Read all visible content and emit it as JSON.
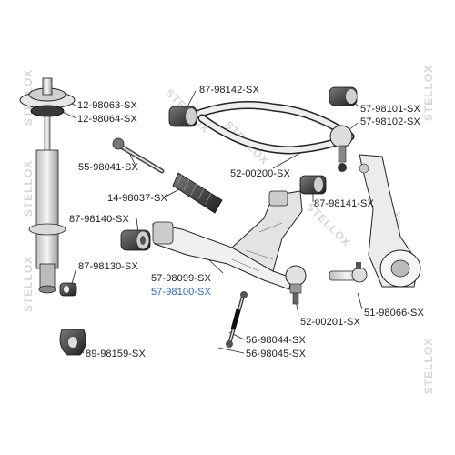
{
  "watermark": "STELLOX",
  "labels": {
    "l1": "12-98063-SX",
    "l2": "12-98064-SX",
    "l3": "55-98041-SX",
    "l4": "14-98037-SX",
    "l5": "87-98140-SX",
    "l6": "87-98130-SX",
    "l7": "89-98159-SX",
    "l8": "87-98142-SX",
    "l9": "57-98101-SX",
    "l10": "57-98102-SX",
    "l11": "52-00200-SX",
    "l12": "87-98141-SX",
    "l13": "57-98099-SX",
    "l14": "57-98100-SX",
    "l15": "51-98066-SX",
    "l16": "52-00201-SX",
    "l17": "56-98044-SX",
    "l18": "56-98045-SX"
  },
  "colors": {
    "text": "#1a1a1a",
    "highlight": "#2f63b8",
    "watermark": "#d6d6d6",
    "outline": "#222222"
  }
}
